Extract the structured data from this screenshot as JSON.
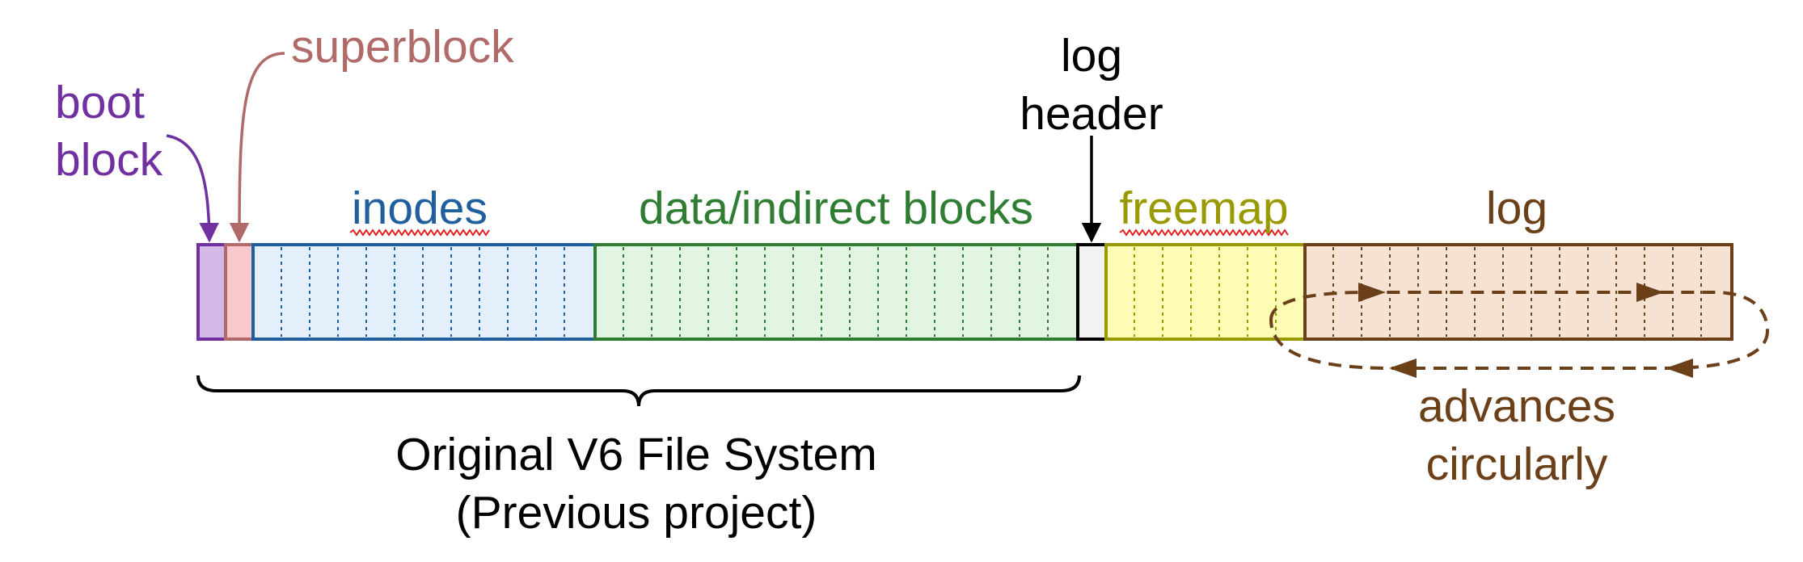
{
  "colors": {
    "boot": "#7030a0",
    "boot_fill": "#d4b8e8",
    "superblock": "#b06a6a",
    "superblock_fill": "#f8c8cc",
    "inodes": "#1f5f9e",
    "inodes_fill": "#e3f0fb",
    "data": "#2e7d32",
    "data_fill": "#e2f4e2",
    "log_header": "#000000",
    "log_header_fill": "#f2f2f2",
    "freemap": "#999900",
    "freemap_fill": "#fcfcb5",
    "log": "#6b3f17",
    "log_fill": "#f5e2d2",
    "text": "#000000",
    "squiggle": "#e02020"
  },
  "labels": {
    "boot_line1": "boot",
    "boot_line2": "block",
    "superblock": "superblock",
    "inodes": "inodes",
    "data": "data/indirect blocks",
    "log_header_line1": "log",
    "log_header_line2": "header",
    "freemap": "freemap",
    "log": "log",
    "advances_line1": "advances",
    "advances_line2": "circularly",
    "original_line1": "Original V6 File System",
    "original_line2": "(Previous project)"
  }
}
